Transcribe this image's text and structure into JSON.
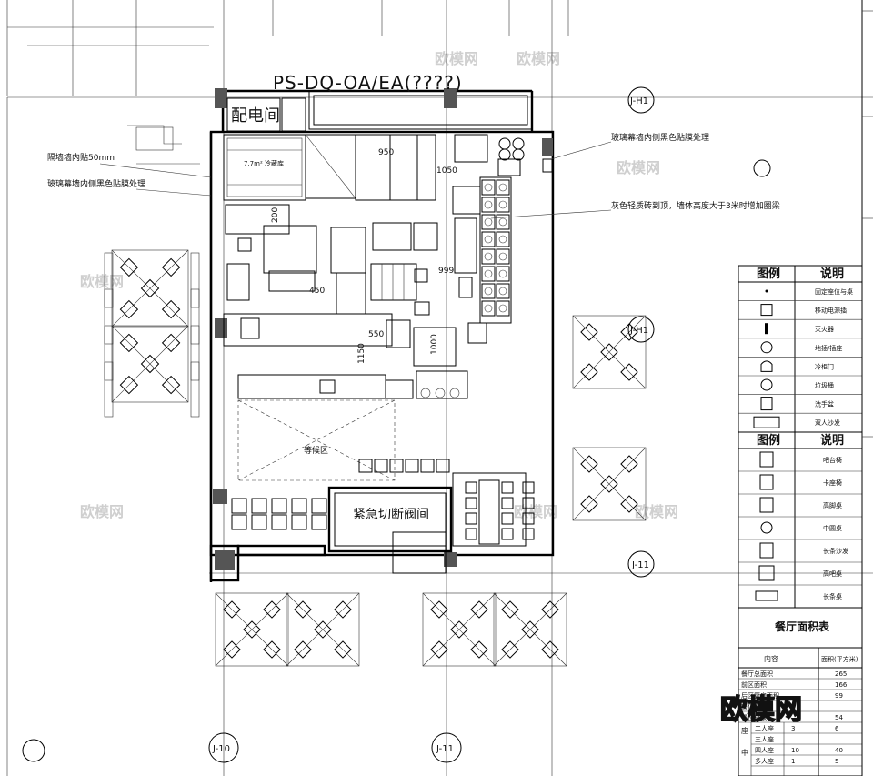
{
  "header_code": "PS-DQ-OA/EA(????)",
  "rooms": {
    "electrical": "配电间",
    "dining_hall": "等候区",
    "emergency": "紧急切断阀间",
    "cold_room": "7.7m² 冷藏库"
  },
  "dims": [
    "950",
    "1050",
    "200",
    "450",
    "550",
    "999",
    "1150",
    "1000"
  ],
  "grid": {
    "top_right": "J-H1",
    "mid_right": "J-H1",
    "right_lower": "J-11",
    "bottom_left": "J-10",
    "bottom_mid": "J-11"
  },
  "notes": {
    "left_1": "隔墙墙内贴50mm",
    "left_2": "玻璃幕墙内侧黑色贴膜处理",
    "right_1": "玻璃幕墙内侧黑色贴膜处理",
    "right_2": "灰色轻质砖到顶，墙体高度大于3米时增加圈梁"
  },
  "legend": {
    "col1": "图例",
    "col2": "说明",
    "items": [
      "固定座位与桌",
      "移动电源插",
      "灭火器",
      "地插/插座",
      "冷柜门",
      "垃圾桶",
      "洗手盆",
      "双人沙发"
    ]
  },
  "legend2": {
    "col1": "图例",
    "col2": "说明",
    "items": [
      "吧台椅",
      "卡座椅",
      "高脚桌",
      "中圆桌",
      "长条沙发",
      "高吧桌",
      "长条桌"
    ]
  },
  "area_table": {
    "title": "餐厅面积表",
    "head_name": "内容",
    "head_value": "面积(平方米)",
    "rows": [
      {
        "name": "餐厅总面积",
        "value": "265"
      },
      {
        "name": "前区面积",
        "value": "166"
      },
      {
        "name": "后区厨房面积",
        "value": "99"
      },
      {
        "name": "餐位数",
        "value": ""
      },
      {
        "name": "餐位总数",
        "value": "54"
      }
    ],
    "seat_rows": [
      {
        "group": "座",
        "name": "二人座",
        "count": "3",
        "seats": "6"
      },
      {
        "group": "",
        "name": "三人座",
        "count": "",
        "seats": ""
      },
      {
        "group": "中",
        "name": "四人座",
        "count": "10",
        "seats": "40"
      },
      {
        "group": "",
        "name": "多人座",
        "count": "1",
        "seats": "5"
      }
    ]
  },
  "watermark": "欧模网",
  "logo": "欧模网"
}
